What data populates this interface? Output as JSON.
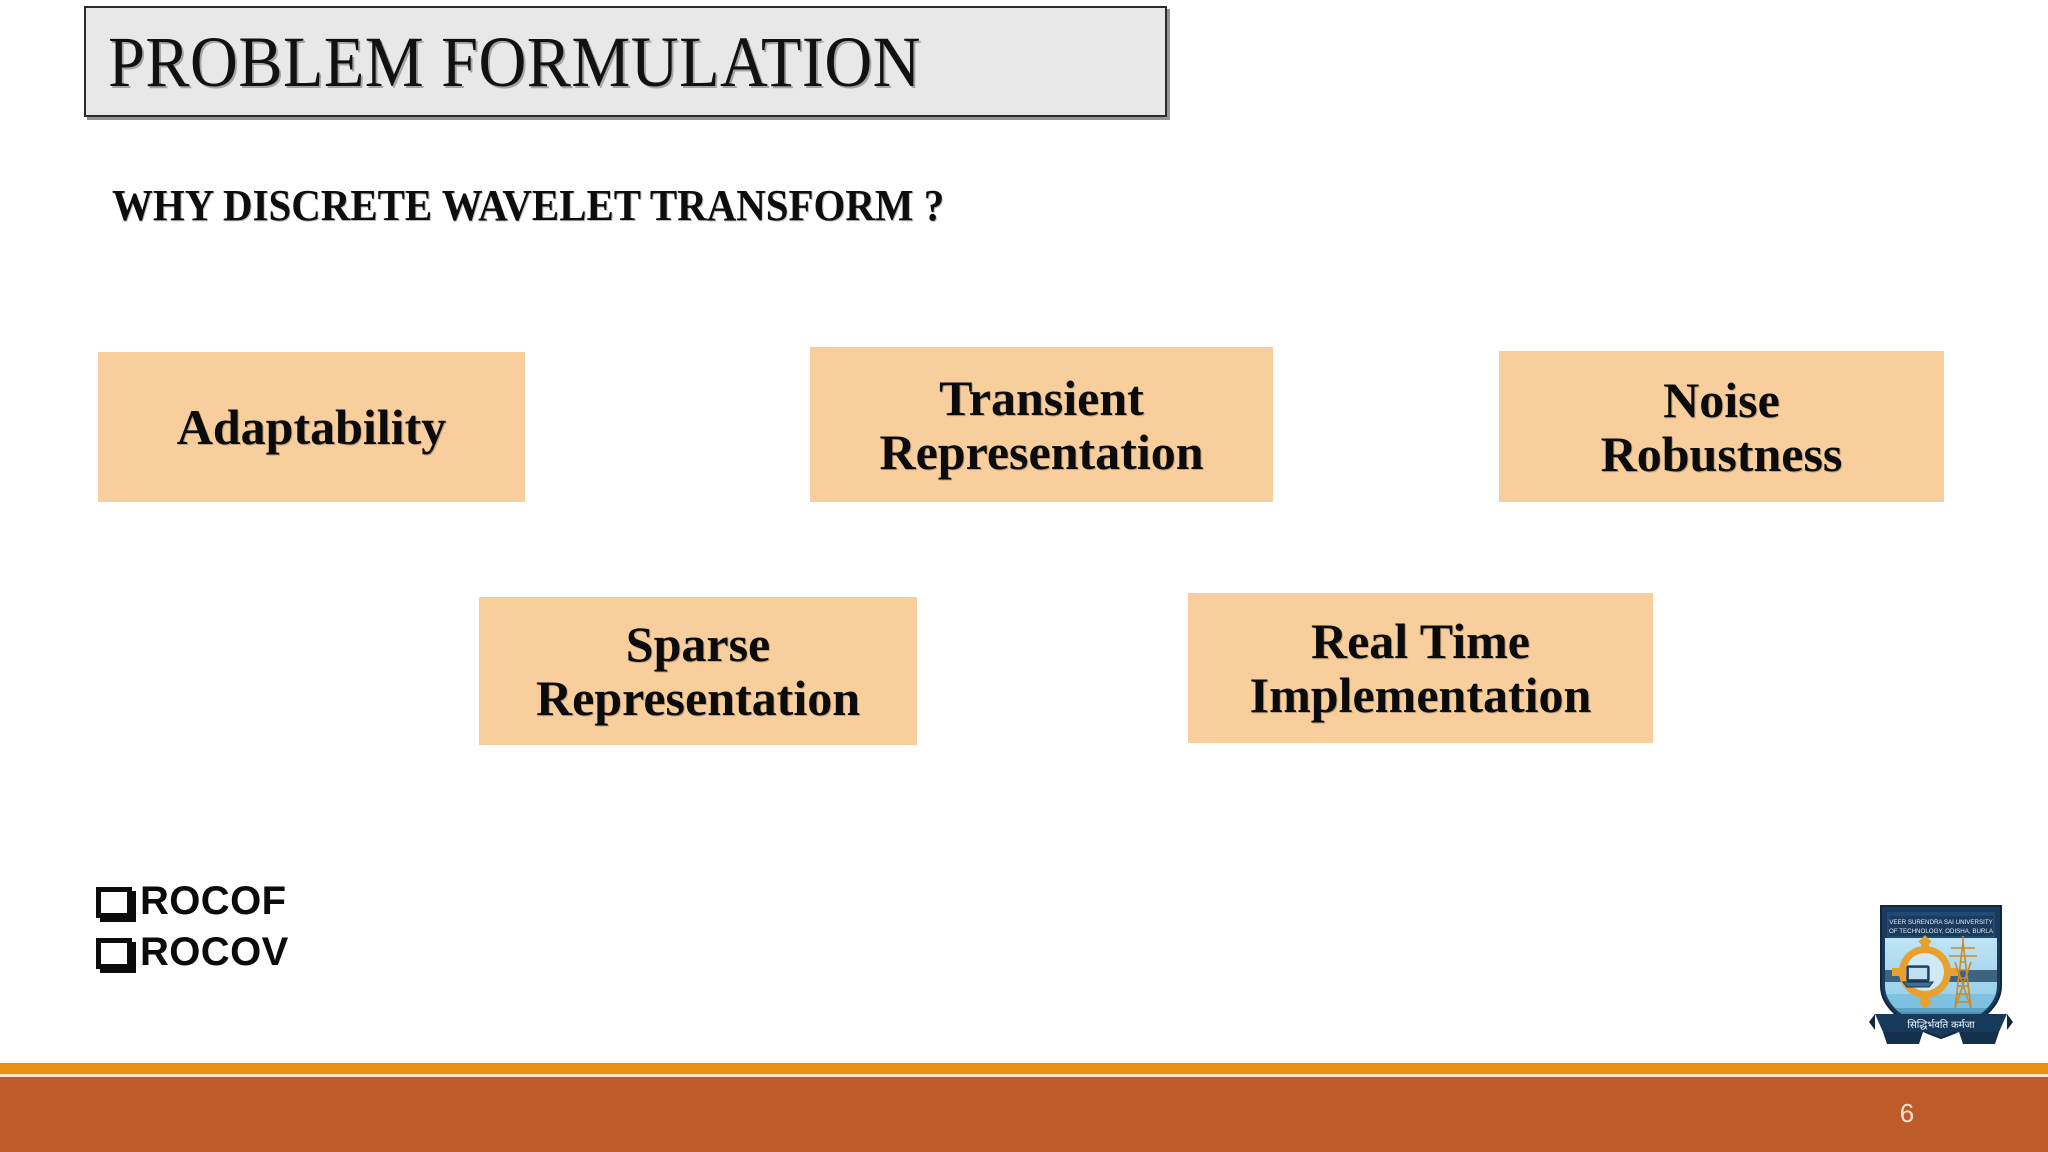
{
  "slide": {
    "title": "PROBLEM FORMULATION",
    "subtitle": "WHY DISCRETE  WAVELET TRANSFORM ?",
    "page_number": "6",
    "colors": {
      "title_box_fill": "#E8E8E8",
      "title_box_border": "#2B2B2B",
      "concept_box_fill": "#F8CF9C",
      "accent_strip": "#E8900C",
      "footer_bar": "#BF5A2B",
      "page_number_text": "#FBE3CF",
      "body_text": "#0B0B0B"
    }
  },
  "concept_boxes": [
    {
      "id": "adaptability",
      "label": "Adaptability",
      "row": 1
    },
    {
      "id": "transient",
      "label": "Transient\nRepresentation",
      "row": 1
    },
    {
      "id": "noise",
      "label": "Noise\nRobustness",
      "row": 1
    },
    {
      "id": "sparse",
      "label": "Sparse\nRepresentation",
      "row": 2
    },
    {
      "id": "realtime",
      "label": "Real Time\nImplementation",
      "row": 2
    }
  ],
  "bullets": [
    {
      "glyph": "hollow-square",
      "text": "ROCOF"
    },
    {
      "glyph": "hollow-square",
      "text": "ROCOV"
    }
  ],
  "logo": {
    "name": "vssut-university-crest",
    "line1": "VEER SURENDRA SAI UNIVERSITY",
    "line2": "OF TECHNOLOGY, ODISHA, BURLA",
    "motto": "सिद्धिर्भवति कर्मजा"
  }
}
